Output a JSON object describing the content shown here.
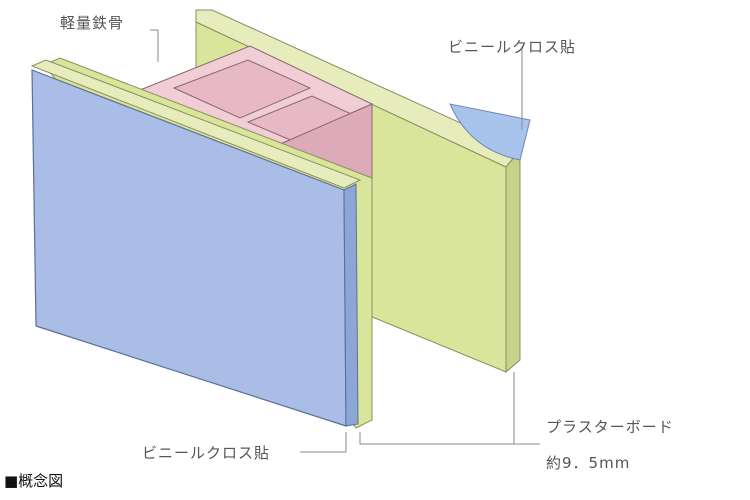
{
  "caption": "■概念図",
  "labels": {
    "frame": "軽量鉄骨",
    "vinyl_top": "ビニールクロス貼",
    "vinyl_bottom": "ビニールクロス貼",
    "board_name": "プラスターボード",
    "board_thickness": "約9．5mm"
  },
  "colors": {
    "board_face_front": "#a9bde6",
    "board_face_back": "#a9c4ec",
    "plaster_board": "#d9e59a",
    "steel_frame": "#e7b9c6",
    "leader_line": "#8a8a8a",
    "label_text": "#555555"
  }
}
